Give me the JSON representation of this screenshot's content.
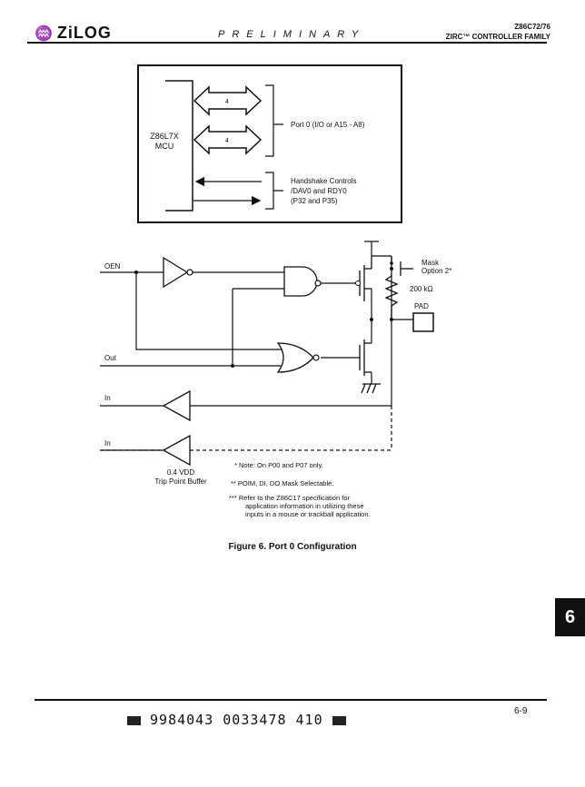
{
  "header": {
    "logo_text": "ZiLOG",
    "preliminary": "PRELIMINARY",
    "model": "Z86C72/76",
    "family": "ZIRC™ CONTROLLER FAMILY"
  },
  "block_diagram": {
    "mcu_line1": "Z86L7X",
    "mcu_line2": "MCU",
    "bus_width_1": "4",
    "bus_width_2": "4",
    "port0_label": "Port 0 (I/O or A15 - A8)",
    "handshake_line1": "Handshake Controls",
    "handshake_line2": "/DAV0 and RDY0",
    "handshake_line3": "(P32 and P35)"
  },
  "schematic": {
    "oen_label": "OEN",
    "out_label": "Out",
    "in_label_1": "In",
    "in_label_2": "In",
    "mask_line1": "Mask",
    "mask_line2": "Option 2*",
    "resistor_label": "200 kΩ",
    "pad_label": "PAD",
    "buffer_line1": "0.4 VDD",
    "buffer_line2": "Trip Point Buffer"
  },
  "notes": {
    "note1": "*   Note: On P00 and P07 only.",
    "note2": "**  POIM, DI, DO Mask Selectable.",
    "note3_line1": "*** Refer to the Z86C17 specification for",
    "note3_line2": "application information in utilizing these",
    "note3_line3": "inputs in a mouse or trackball application."
  },
  "figure_caption": "Figure 6.  Port 0 Configuration",
  "section_tab": "6",
  "page_number": "6-9",
  "barcode_text": "9984043 0033478 410"
}
